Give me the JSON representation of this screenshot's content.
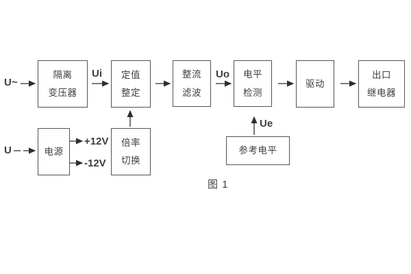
{
  "figure": {
    "caption": "图 1"
  },
  "inputs": {
    "ac_label": "U~",
    "dc_label": "U"
  },
  "signals": {
    "ui": "Ui",
    "uo": "Uo",
    "ue": "Ue",
    "rail_pos": "+12V",
    "rail_neg": "-12V"
  },
  "blocks": {
    "isolation_transformer": {
      "lines": [
        "隔离",
        "变压器"
      ]
    },
    "setting_adjust": {
      "lines": [
        "定值",
        "整定"
      ]
    },
    "rectify_filter": {
      "lines": [
        "整流",
        "滤波"
      ]
    },
    "level_detect": {
      "lines": [
        "电平",
        "检测"
      ]
    },
    "drive": {
      "lines": [
        "驱动"
      ]
    },
    "output_relay": {
      "lines": [
        "出口",
        "继电器"
      ]
    },
    "power_supply": {
      "lines": [
        "电源"
      ]
    },
    "ratio_switch": {
      "lines": [
        "倍率",
        "切换"
      ]
    },
    "reference_level": {
      "lines": [
        "参考电平"
      ]
    }
  },
  "colors": {
    "background": "#ffffff",
    "box_border": "#515256",
    "text": "#3d3e42",
    "line": "#2e2f33"
  }
}
